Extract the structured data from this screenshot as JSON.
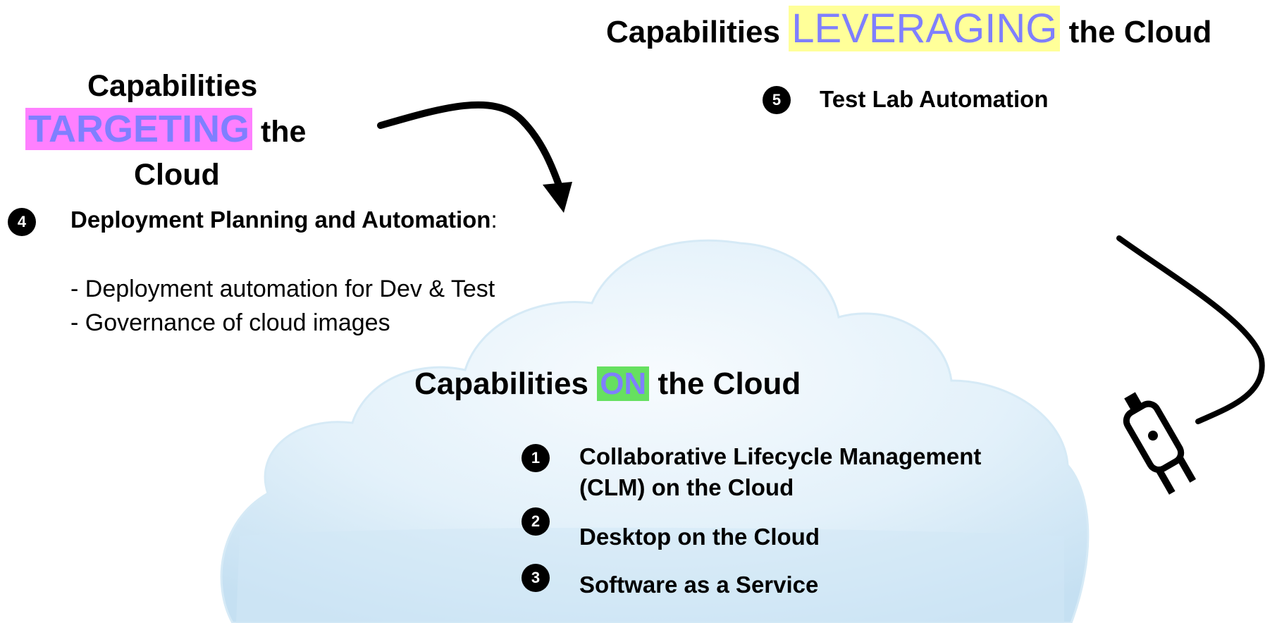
{
  "colors": {
    "targeting_highlight": "#ff80ff",
    "leveraging_highlight": "#ffff99",
    "on_highlight": "#66e060",
    "highlight_text": "#7f7fff",
    "badge_bg": "#000000",
    "cloud_light": "#eef7fc",
    "cloud_mid": "#cfe6f5"
  },
  "leveraging_heading": {
    "prefix": "Capabilities",
    "highlight": "LEVERAGING",
    "suffix": "the Cloud"
  },
  "targeting_heading": {
    "line1": "Capabilities",
    "highlight": "TARGETING",
    "suffix": "the",
    "line3": "Cloud"
  },
  "on_heading": {
    "prefix": "Capabilities",
    "highlight": "ON",
    "suffix": "the Cloud"
  },
  "items": [
    {
      "number": "1",
      "label_line1": "Collaborative Lifecycle Management",
      "label_line2": "(CLM) on the Cloud"
    },
    {
      "number": "2",
      "label": "Desktop on the Cloud"
    },
    {
      "number": "3",
      "label": "Software as a Service"
    },
    {
      "number": "4",
      "label": "Deployment Planning and Automation",
      "suffix": ":"
    },
    {
      "number": "5",
      "label": "Test Lab Automation"
    }
  ],
  "deployment_bullets": [
    "- Deployment automation for Dev & Test",
    "- Governance of cloud images"
  ],
  "icons": {
    "cloud": "cloud-icon",
    "plug": "plug-icon",
    "arrow": "curved-arrow-icon"
  }
}
